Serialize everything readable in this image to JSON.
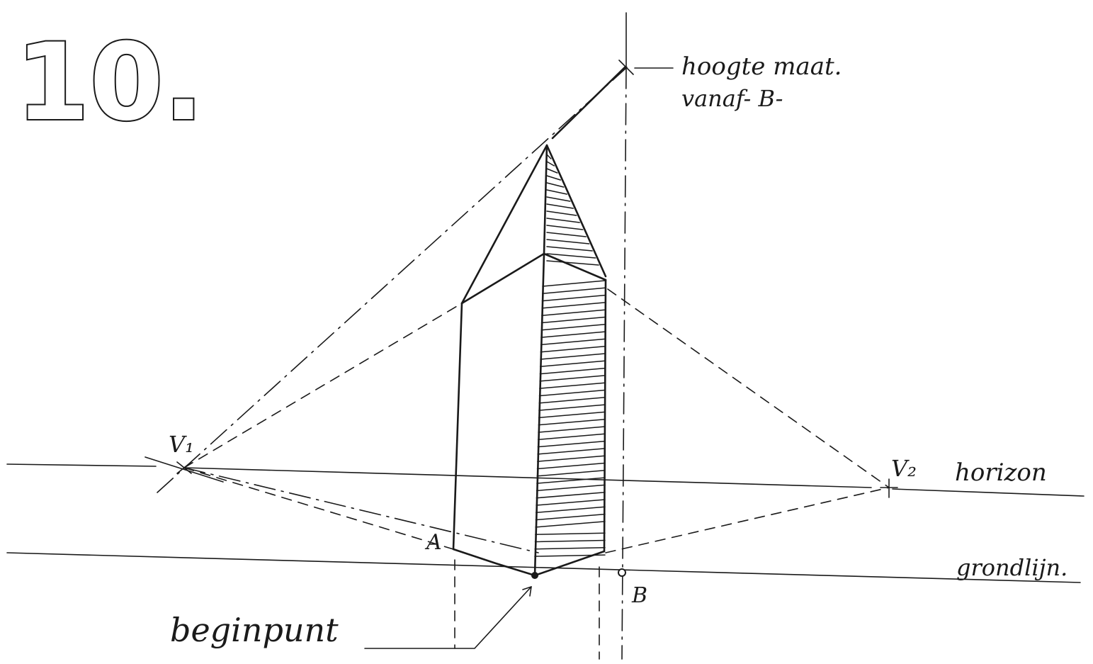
{
  "figure_number": "10.",
  "labels": {
    "height_measure_line1": "hoogte maat.",
    "height_measure_line2": "vanaf- B-",
    "vanishing_point_1": "V₁",
    "vanishing_point_2": "V₂",
    "horizon": "horizon",
    "ground_line": "grondlijn.",
    "point_a": "A",
    "point_b": "B",
    "start_point": "beginpunt"
  },
  "colors": {
    "ink": "#1a1a1a",
    "paper": "#ffffff"
  }
}
